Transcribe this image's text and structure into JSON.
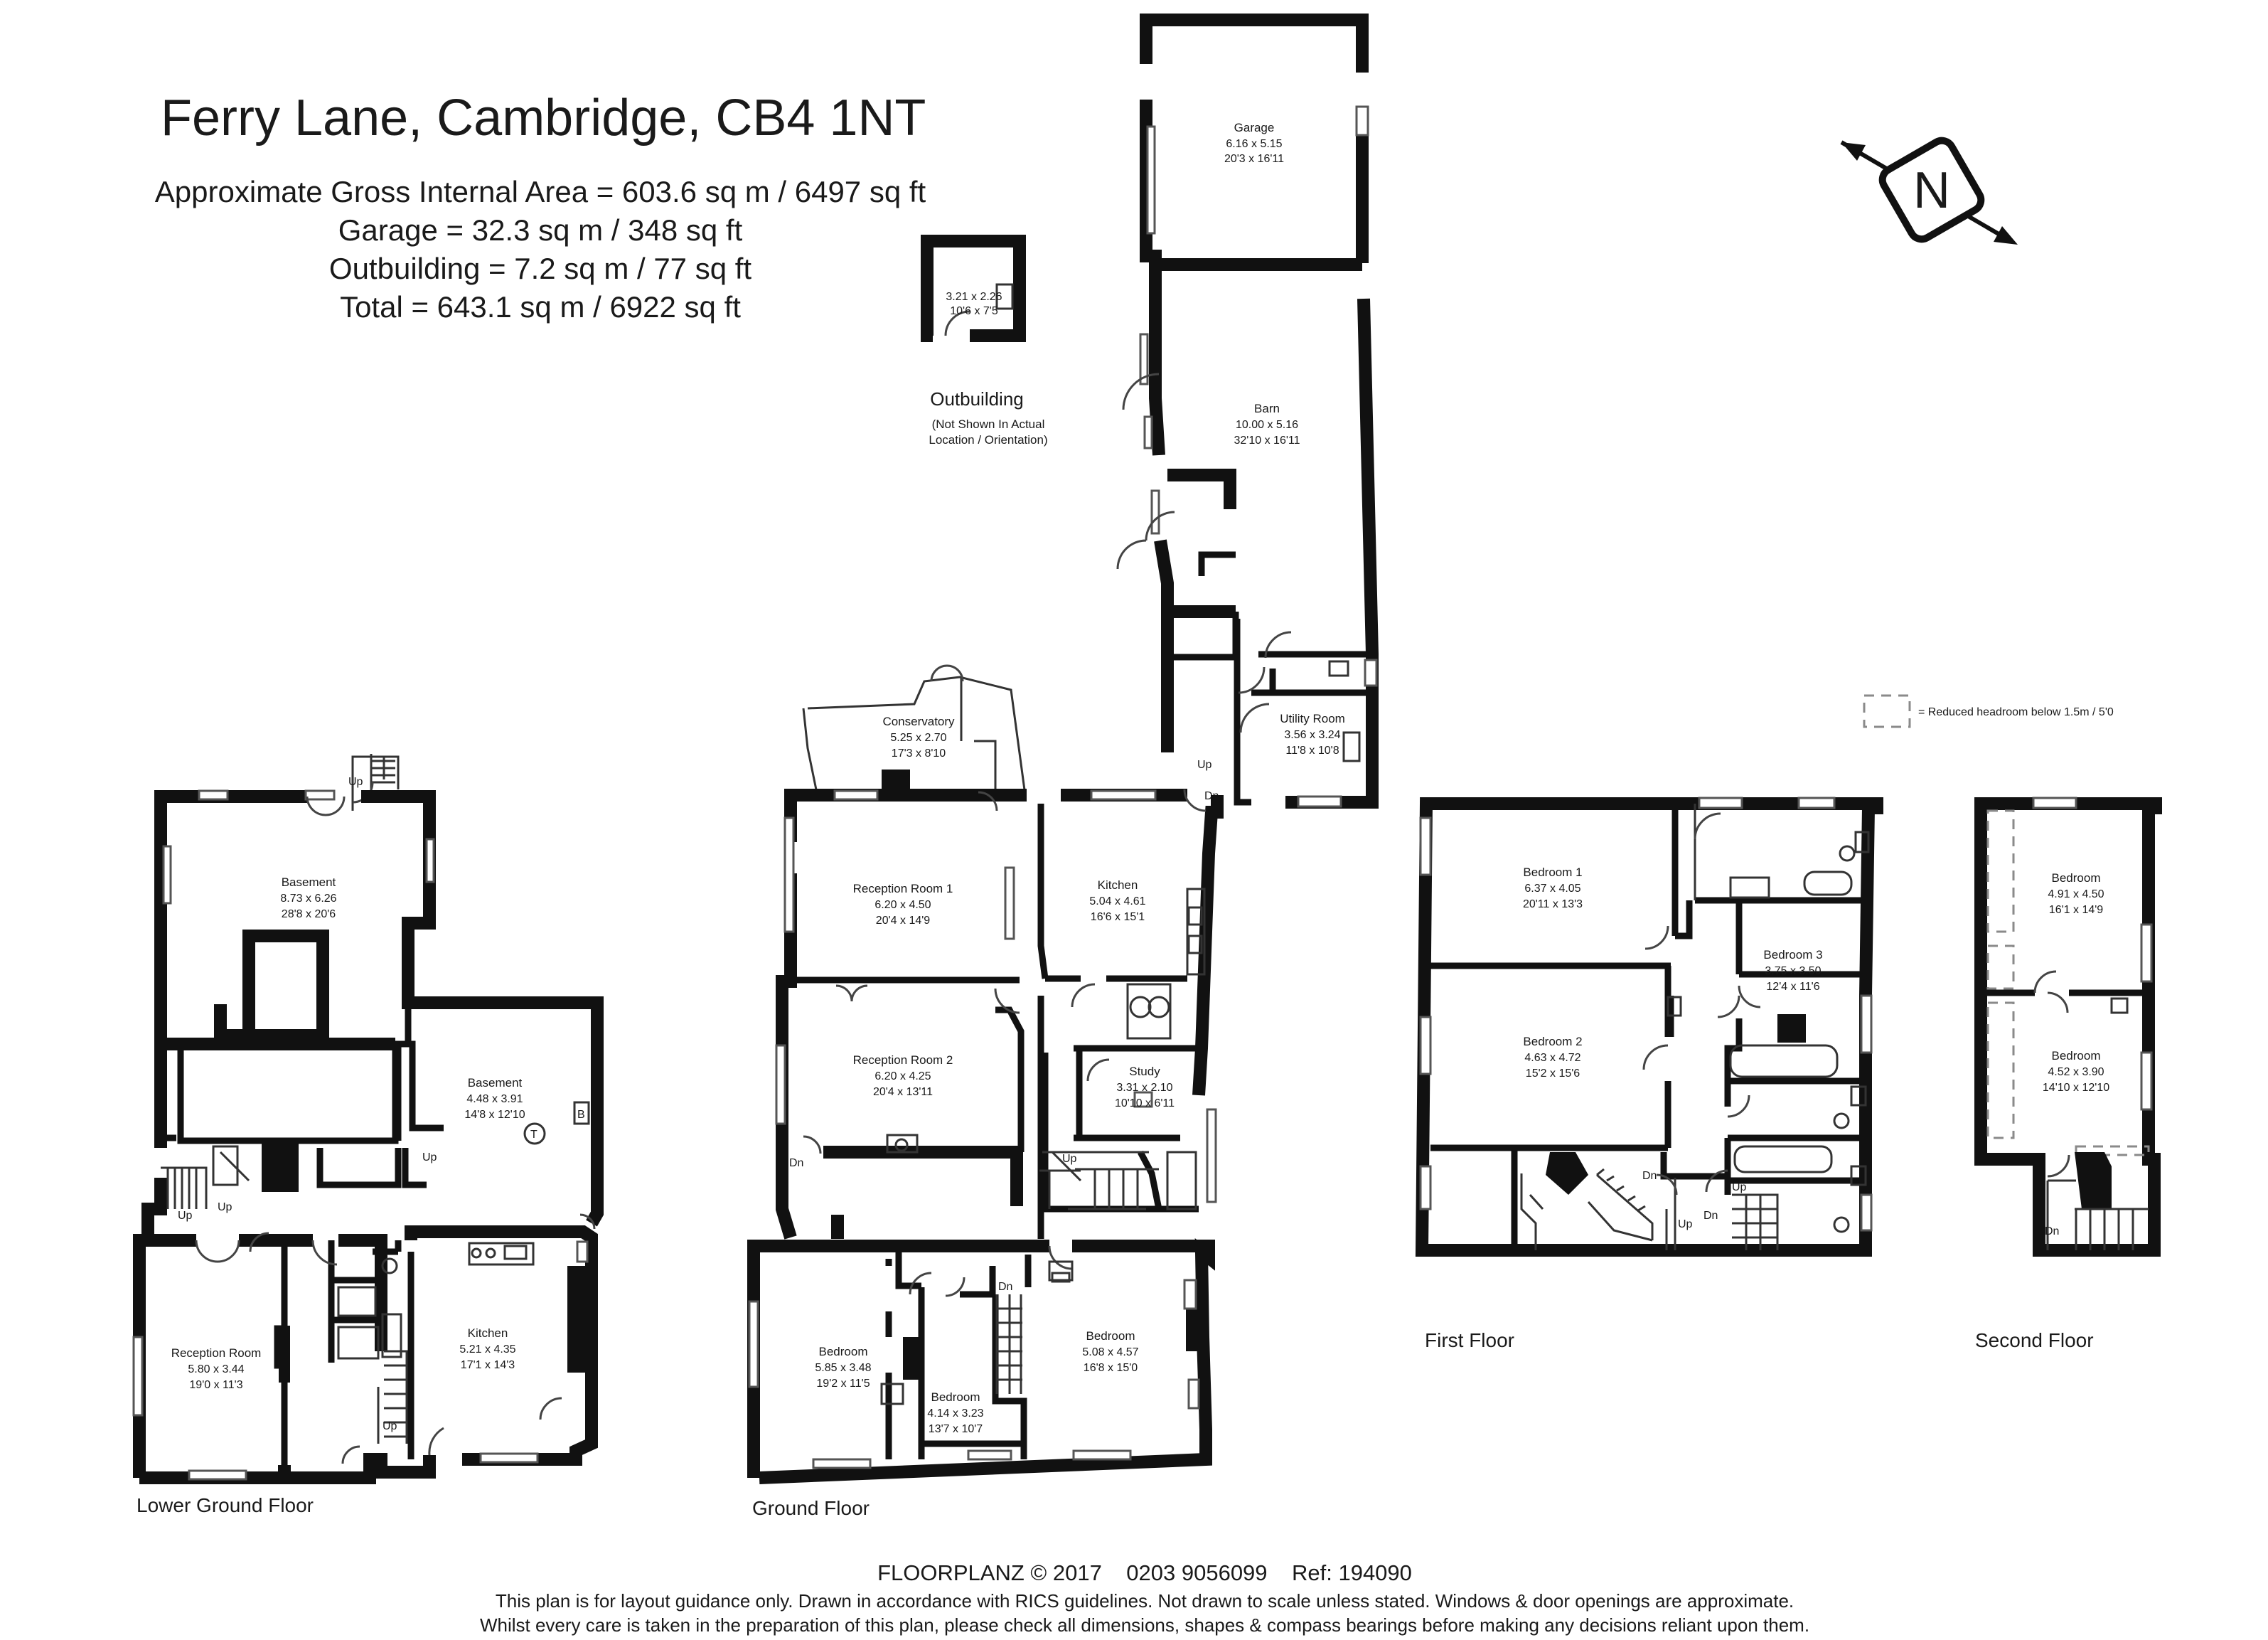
{
  "header": {
    "title": "Ferry Lane, Cambridge, CB4 1NT",
    "areas": [
      "Approximate Gross Internal Area = 603.6 sq m / 6497 sq ft",
      "Garage = 32.3 sq m / 348 sq ft",
      "Outbuilding = 7.2 sq m / 77 sq ft",
      "Total = 643.1 sq m / 6922 sq ft"
    ]
  },
  "compass": {
    "letter": "N"
  },
  "legend": {
    "reduced_headroom": "= Reduced headroom below 1.5m / 5'0"
  },
  "outbuilding": {
    "dims_m": "3.21 x 2.26",
    "dims_ft": "10'6 x 7'5",
    "label": "Outbuilding",
    "note_1": "(Not Shown In Actual",
    "note_2": "Location / Orientation)"
  },
  "floors": {
    "lower_ground": "Lower Ground Floor",
    "ground": "Ground Floor",
    "first": "First Floor",
    "second": "Second Floor"
  },
  "rooms": {
    "garage": {
      "name": "Garage",
      "m": "6.16 x 5.15",
      "ft": "20'3 x 16'11"
    },
    "barn": {
      "name": "Barn",
      "m": "10.00 x 5.16",
      "ft": "32'10 x 16'11"
    },
    "utility": {
      "name": "Utility Room",
      "m": "3.56 x 3.24",
      "ft": "11'8 x 10'8"
    },
    "conservatory": {
      "name": "Conservatory",
      "m": "5.25 x 2.70",
      "ft": "17'3 x 8'10"
    },
    "reception1": {
      "name": "Reception Room 1",
      "m": "6.20 x 4.50",
      "ft": "20'4 x 14'9"
    },
    "kitchen_g": {
      "name": "Kitchen",
      "m": "5.04 x 4.61",
      "ft": "16'6 x 15'1"
    },
    "reception2": {
      "name": "Reception Room 2",
      "m": "6.20 x 4.25",
      "ft": "20'4 x 13'11"
    },
    "study": {
      "name": "Study",
      "m": "3.31 x 2.10",
      "ft": "10'10 x 6'11"
    },
    "bedroom_g1": {
      "name": "Bedroom",
      "m": "5.85 x 3.48",
      "ft": "19'2 x 11'5"
    },
    "bedroom_g2": {
      "name": "Bedroom",
      "m": "4.14 x 3.23",
      "ft": "13'7 x 10'7"
    },
    "bedroom_g3": {
      "name": "Bedroom",
      "m": "5.08 x 4.57",
      "ft": "16'8 x 15'0"
    },
    "basement1": {
      "name": "Basement",
      "m": "8.73 x 6.26",
      "ft": "28'8 x 20'6"
    },
    "basement2": {
      "name": "Basement",
      "m": "4.48 x 3.91",
      "ft": "14'8 x 12'10"
    },
    "reception_lg": {
      "name": "Reception Room",
      "m": "5.80 x 3.44",
      "ft": "19'0 x 11'3"
    },
    "kitchen_lg": {
      "name": "Kitchen",
      "m": "5.21 x 4.35",
      "ft": "17'1 x 14'3"
    },
    "bedroom1": {
      "name": "Bedroom 1",
      "m": "6.37 x 4.05",
      "ft": "20'11 x 13'3"
    },
    "bedroom2": {
      "name": "Bedroom 2",
      "m": "4.63 x 4.72",
      "ft": "15'2 x 15'6"
    },
    "bedroom3": {
      "name": "Bedroom 3",
      "m": "3.75 x 3.50",
      "ft": "12'4 x 11'6"
    },
    "bedroom_s1": {
      "name": "Bedroom",
      "m": "4.91 x 4.50",
      "ft": "16'1 x 14'9"
    },
    "bedroom_s2": {
      "name": "Bedroom",
      "m": "4.52 x 3.90",
      "ft": "14'10 x 12'10"
    }
  },
  "stairs": {
    "up": "Up",
    "dn": "Dn",
    "tank": "T",
    "boiler": "B"
  },
  "footer": {
    "line1": "FLOORPLANZ © 2017    0203 9056099    Ref: 194090",
    "line2": "This plan is for layout guidance only. Drawn in accordance with RICS guidelines. Not drawn to scale unless stated. Windows & door openings are approximate.",
    "line3": "Whilst every care is taken in the preparation of this plan, please check all dimensions, shapes & compass bearings before making any decisions reliant upon them."
  }
}
